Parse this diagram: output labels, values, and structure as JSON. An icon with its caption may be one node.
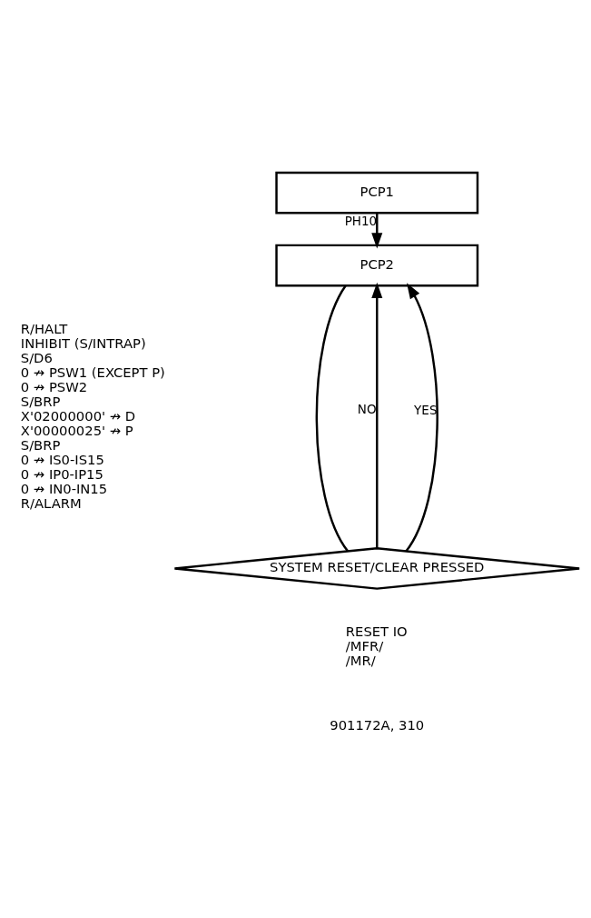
{
  "diagram": {
    "nodes": [
      {
        "text": [
          "PCP1"
        ]
      },
      {
        "text": [
          "PCP2"
        ],
        "beside": [
          "R/HALT",
          "INHIBIT (S/INTRAP)",
          "S/D6",
          "0 ↛ PSW1 (EXCEPT P)",
          "0 ↛ PSW2",
          "S/BRP",
          "X'02000000' ↛ D",
          "X'00000025' ↛ P",
          "S/BRP",
          "0 ↛ IS0-IS15",
          "0 ↛ IP0-IP15",
          "0 ↛ IN0-IN15",
          "R/ALARM"
        ]
      },
      {
        "text": [
          "SYSTEM RESET/CLEAR PRESSED"
        ]
      }
    ],
    "edges": [
      {
        "from": 0,
        "to": 1,
        "arrow": "to",
        "label": "PH10"
      },
      {
        "from": 1,
        "to": 2,
        "arrow": "none"
      },
      {
        "from": 2,
        "to": 1,
        "arrow": "to",
        "label": "NO"
      },
      {
        "from": 2,
        "to": 1,
        "arrow": "to",
        "label": "YES"
      }
    ],
    "labels": [
      "RESET IO",
      "/MFR/",
      "/MR/",
      "901172A, 310"
    ]
  }
}
